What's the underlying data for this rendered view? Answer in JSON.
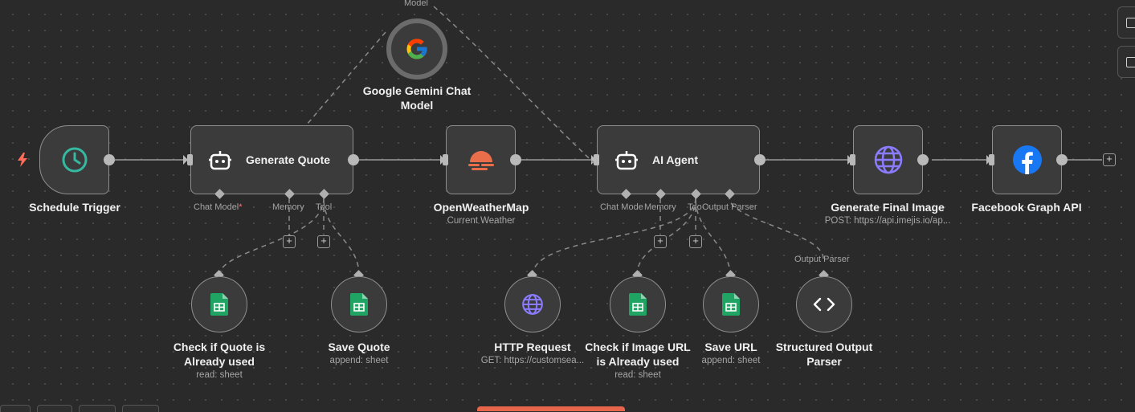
{
  "colors": {
    "accent": "#e7654a",
    "gemini_g": "#4285f4",
    "sheets_green": "#20a464",
    "schedule_teal": "#35b9a0",
    "http_purple": "#8b7cff",
    "weather_orange": "#eb6e4b",
    "facebook_blue": "#1877f2",
    "trigger_bolt": "#ff6d5a"
  },
  "nodes": {
    "gemini": {
      "title_line1": "Google Gemini Chat",
      "title_line2": "Model",
      "top_port": "Model",
      "icon": "google-g-icon"
    },
    "schedule": {
      "title": "Schedule Trigger",
      "icon": "clock-icon"
    },
    "generate_quote": {
      "title": "Generate Quote",
      "icon": "robot-icon",
      "ports": {
        "chat_model": "Chat Model",
        "required_mark": "*",
        "memory": "Memory",
        "tool": "Tool"
      }
    },
    "weather": {
      "title": "OpenWeatherMap",
      "subtitle": "Current Weather",
      "icon": "sunset-icon"
    },
    "ai_agent": {
      "title": "AI Agent",
      "icon": "robot-icon",
      "ports": {
        "chat_model": "Chat Mode",
        "memory": "Memory",
        "tool": "Too",
        "output_parser": "Output Parser"
      }
    },
    "generate_image": {
      "title": "Generate Final Image",
      "subtitle": "POST: https://api.imejis.io/ap...",
      "icon": "globe-icon"
    },
    "facebook": {
      "title": "Facebook Graph API",
      "icon": "facebook-icon"
    },
    "check_quote": {
      "title_line1": "Check if Quote is",
      "title_line2": "Already used",
      "subtitle": "read: sheet",
      "icon": "sheets-icon"
    },
    "save_quote": {
      "title": "Save Quote",
      "subtitle": "append: sheet",
      "icon": "sheets-icon"
    },
    "http_request": {
      "title": "HTTP Request",
      "subtitle": "GET: https://customsea...",
      "icon": "globe-icon"
    },
    "check_image": {
      "title_line1": "Check if Image URL",
      "title_line2": "is Already used",
      "subtitle": "read: sheet",
      "icon": "sheets-icon"
    },
    "save_url": {
      "title": "Save URL",
      "subtitle": "append: sheet",
      "icon": "sheets-icon"
    },
    "output_parser": {
      "title_line1": "Structured Output",
      "title_line2": "Parser",
      "top_port": "Output Parser",
      "icon": "code-icon"
    }
  },
  "controls": {
    "plus_symbol": "+"
  }
}
